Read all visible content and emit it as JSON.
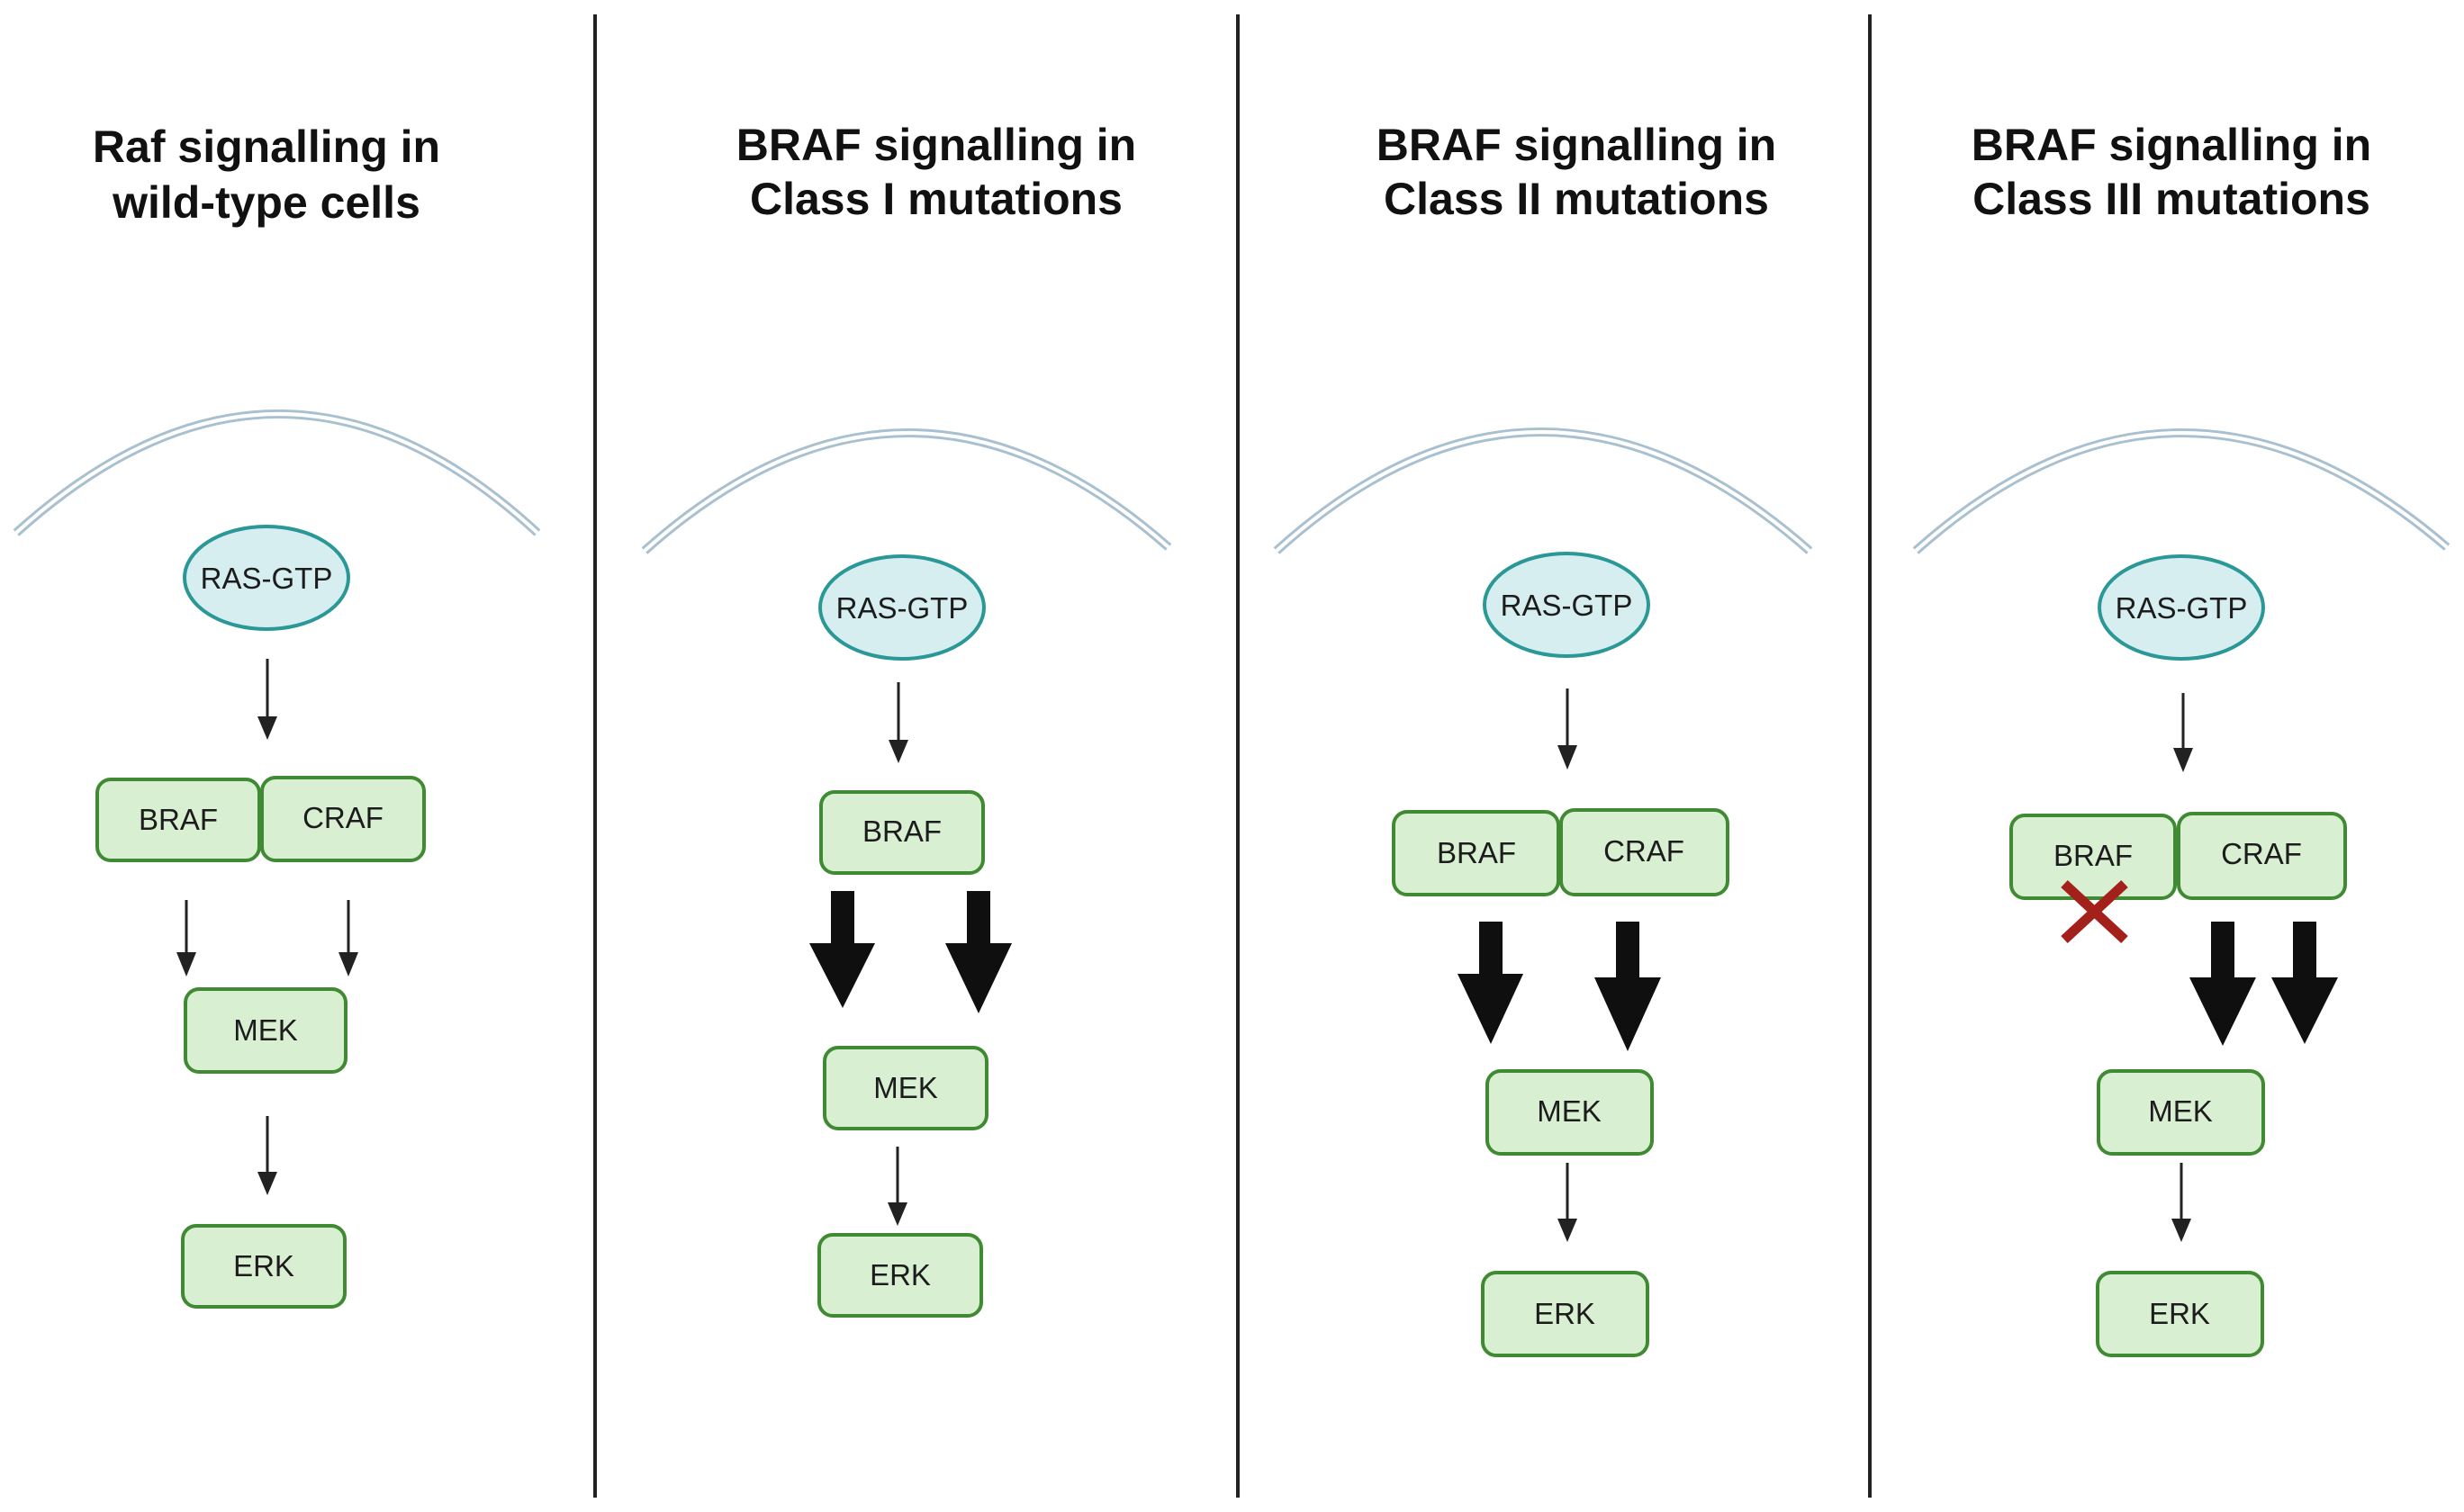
{
  "panels": [
    {
      "title_line1": "Raf signalling in",
      "title_line2": "wild-type cells",
      "ras": "RAS-GTP",
      "raf_boxes": [
        "BRAF",
        "CRAF"
      ],
      "mek": "MEK",
      "erk": "ERK",
      "raf_to_mek_arrows": "thin",
      "braf_inactivated": false
    },
    {
      "title_line1": "BRAF signalling in",
      "title_line2": "Class I mutations",
      "ras": "RAS-GTP",
      "raf_boxes": [
        "BRAF"
      ],
      "mek": "MEK",
      "erk": "ERK",
      "raf_to_mek_arrows": "thick",
      "braf_inactivated": false
    },
    {
      "title_line1": "BRAF signalling in",
      "title_line2": "Class II mutations",
      "ras": "RAS-GTP",
      "raf_boxes": [
        "BRAF",
        "CRAF"
      ],
      "mek": "MEK",
      "erk": "ERK",
      "raf_to_mek_arrows": "thick",
      "braf_inactivated": false
    },
    {
      "title_line1": "BRAF signalling in",
      "title_line2": "Class III mutations",
      "ras": "RAS-GTP",
      "raf_boxes": [
        "BRAF",
        "CRAF"
      ],
      "mek": "MEK",
      "erk": "ERK",
      "raf_to_mek_arrows": "thick",
      "braf_inactivated": true
    }
  ],
  "colors": {
    "kinase_fill": "#d9efd2",
    "kinase_stroke": "#3f8a33",
    "ras_fill": "#d7eef1",
    "ras_stroke": "#2a9896",
    "membrane": "#a9c0d0",
    "inactivation_cross": "#a4211b"
  }
}
